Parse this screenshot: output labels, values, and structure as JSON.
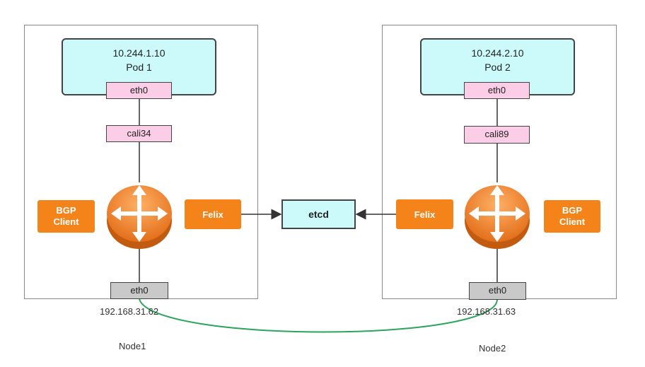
{
  "node1": {
    "name": "Node1",
    "host_ip": "192.168.31.62",
    "pod": {
      "ip": "10.244.1.10",
      "name": "Pod 1",
      "eth": "eth0"
    },
    "veth": "cali34",
    "bgp_client": [
      "BGP",
      "Client"
    ],
    "felix": "Felix",
    "host_eth": "eth0"
  },
  "node2": {
    "name": "Node2",
    "host_ip": "192.168.31.63",
    "pod": {
      "ip": "10.244.2.10",
      "name": "Pod 2",
      "eth": "eth0"
    },
    "veth": "cali89",
    "bgp_client": [
      "BGP",
      "Client"
    ],
    "felix": "Felix",
    "host_eth": "eth0"
  },
  "etcd": "etcd",
  "colors": {
    "pod_fill": "#ccfafa",
    "iface_pink": "#fccde6",
    "iface_gray": "#c9c9c9",
    "orange": "#f48419",
    "link_green": "#2aa55a"
  }
}
